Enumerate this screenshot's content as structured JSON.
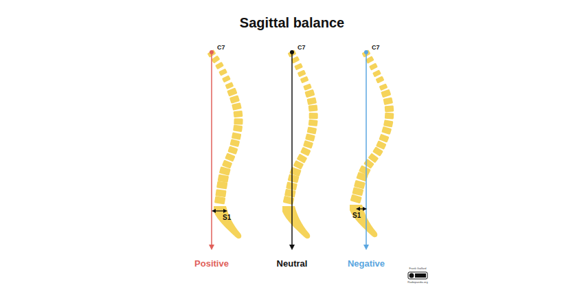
{
  "diagram": {
    "title": "Sagittal balance",
    "labels": [
      "C7",
      "C7",
      "C7",
      "S1",
      "S1",
      "Positive",
      "Neutral",
      "Negative",
      "Frank Gaillard",
      "Radiopaedia.org"
    ]
  }
}
